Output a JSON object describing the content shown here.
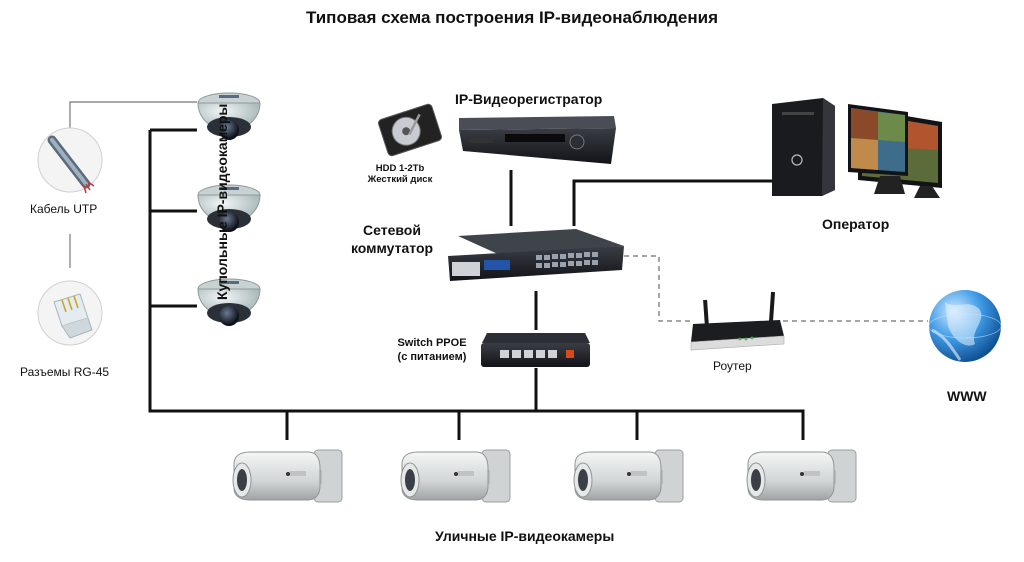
{
  "title": "Типовая схема построения IP-видеонаблюдения",
  "labels": {
    "cable": "Кабель UTP",
    "connectors": "Разъемы RG-45",
    "dome_cameras": "Купольные IP-видеокамеры",
    "nvr": "IP-Видеорегистратор",
    "hdd_line1": "HDD 1-2Tb",
    "hdd_line2": "Жесткий диск",
    "switch_line1": "Сетевой",
    "switch_line2": "коммутатор",
    "poe_line1": "Switch PPOE",
    "poe_line2": "(с питанием)",
    "operator": "Оператор",
    "router": "Роутер",
    "www": "WWW",
    "street_cameras": "Уличные IP-видеокамеры"
  },
  "colors": {
    "line": "#111111",
    "dashed": "#888888",
    "device_dark": "#1d1f24",
    "camera_body": "#d9dcdc",
    "globe": "#2d8fd6"
  }
}
